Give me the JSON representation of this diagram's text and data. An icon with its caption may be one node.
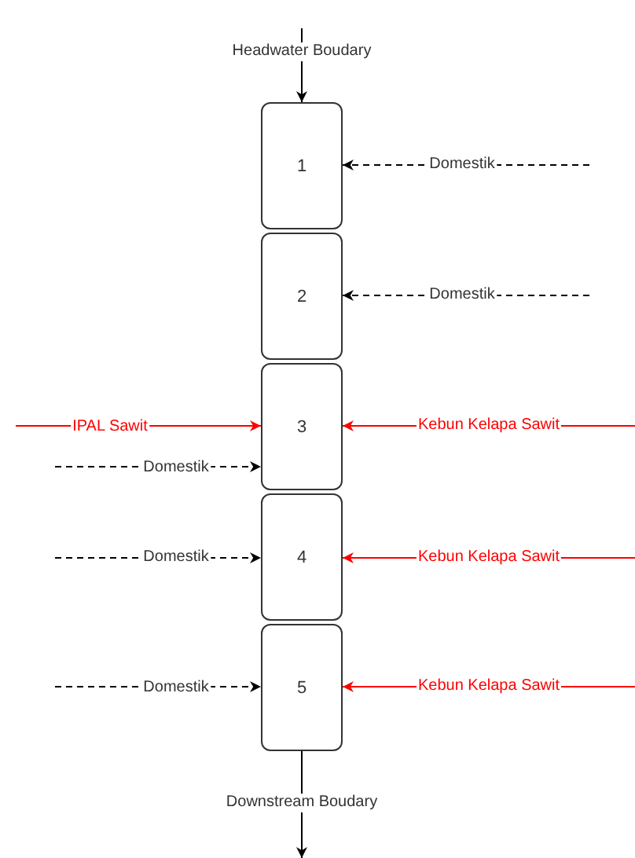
{
  "diagram": {
    "nodes": [
      {
        "text": [
          "1"
        ]
      },
      {
        "text": [
          "2"
        ]
      },
      {
        "text": [
          "3"
        ]
      },
      {
        "text": [
          "4"
        ]
      },
      {
        "text": [
          "5"
        ]
      }
    ],
    "edges": [
      {
        "from": null,
        "to": 0,
        "arrow": "to",
        "label": "Headwater Boudary"
      },
      {
        "from": null,
        "to": 0,
        "arrow": "to",
        "label": "Domestik",
        "style": "dashed"
      },
      {
        "from": null,
        "to": 1,
        "arrow": "to",
        "label": "Domestik",
        "style": "dashed"
      },
      {
        "from": null,
        "to": 2,
        "arrow": "to",
        "label": "IPAL Sawit",
        "color": "#ff0000"
      },
      {
        "from": null,
        "to": 2,
        "arrow": "to",
        "label": "Kebun Kelapa Sawit",
        "color": "#ff0000"
      },
      {
        "from": null,
        "to": 2,
        "arrow": "to",
        "label": "Domestik",
        "style": "dashed"
      },
      {
        "from": null,
        "to": 3,
        "arrow": "to",
        "label": "Domestik",
        "style": "dashed"
      },
      {
        "from": null,
        "to": 3,
        "arrow": "to",
        "label": "Kebun Kelapa Sawit",
        "color": "#ff0000"
      },
      {
        "from": null,
        "to": 4,
        "arrow": "to",
        "label": "Domestik",
        "style": "dashed"
      },
      {
        "from": null,
        "to": 4,
        "arrow": "to",
        "label": "Kebun Kelapa Sawit",
        "color": "#ff0000"
      },
      {
        "from": 4,
        "to": null,
        "arrow": "to",
        "label": "Downstream Boudary"
      }
    ]
  }
}
